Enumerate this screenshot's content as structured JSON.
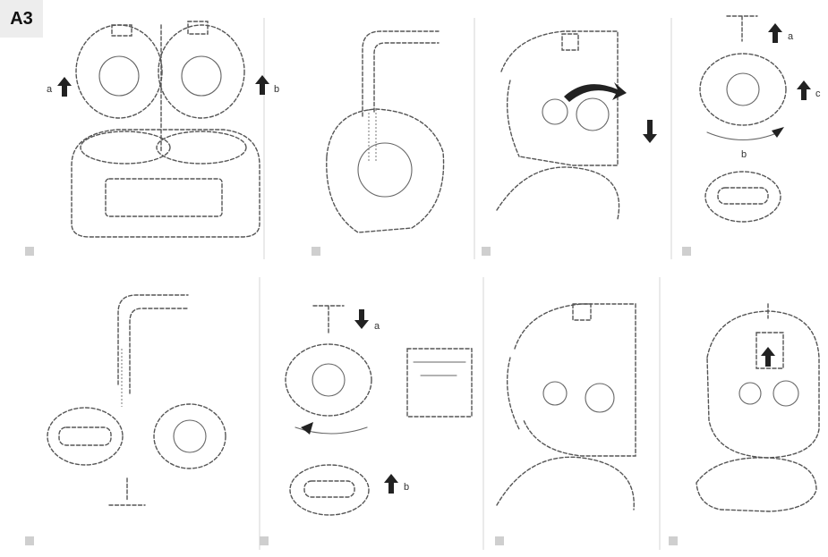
{
  "sheet": {
    "label": "A3"
  },
  "panels": [
    {
      "id": "panel-1",
      "callouts": [
        "a",
        "b"
      ]
    },
    {
      "id": "panel-2",
      "callouts": []
    },
    {
      "id": "panel-3",
      "callouts": []
    },
    {
      "id": "panel-4",
      "callouts": [
        "a",
        "c",
        "b"
      ]
    },
    {
      "id": "panel-5",
      "callouts": []
    },
    {
      "id": "panel-6",
      "callouts": [
        "a",
        "b"
      ]
    },
    {
      "id": "panel-7",
      "callouts": []
    },
    {
      "id": "panel-8",
      "callouts": []
    }
  ]
}
